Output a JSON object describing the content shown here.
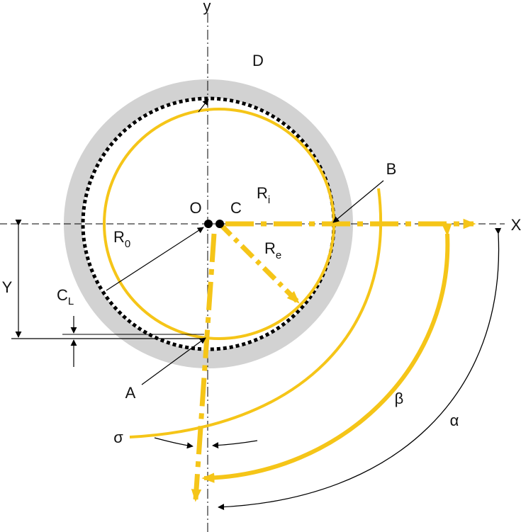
{
  "colors": {
    "background": "#ffffff",
    "ring": "#d2d2d2",
    "yellow": "#f5c518",
    "ink": "#000000"
  },
  "labels": {
    "y_axis": "y",
    "x_axis": "X",
    "D": "D",
    "B": "B",
    "O": "O",
    "C": "C",
    "Ri_main": "R",
    "Ri_sub": "i",
    "R0_main": "R",
    "R0_sub": "0",
    "Re_main": "R",
    "Re_sub": "e",
    "Y": "Y",
    "CL_main": "C",
    "CL_sub": "L",
    "A": "A",
    "beta": "β",
    "alpha": "α",
    "sigma": "σ"
  }
}
